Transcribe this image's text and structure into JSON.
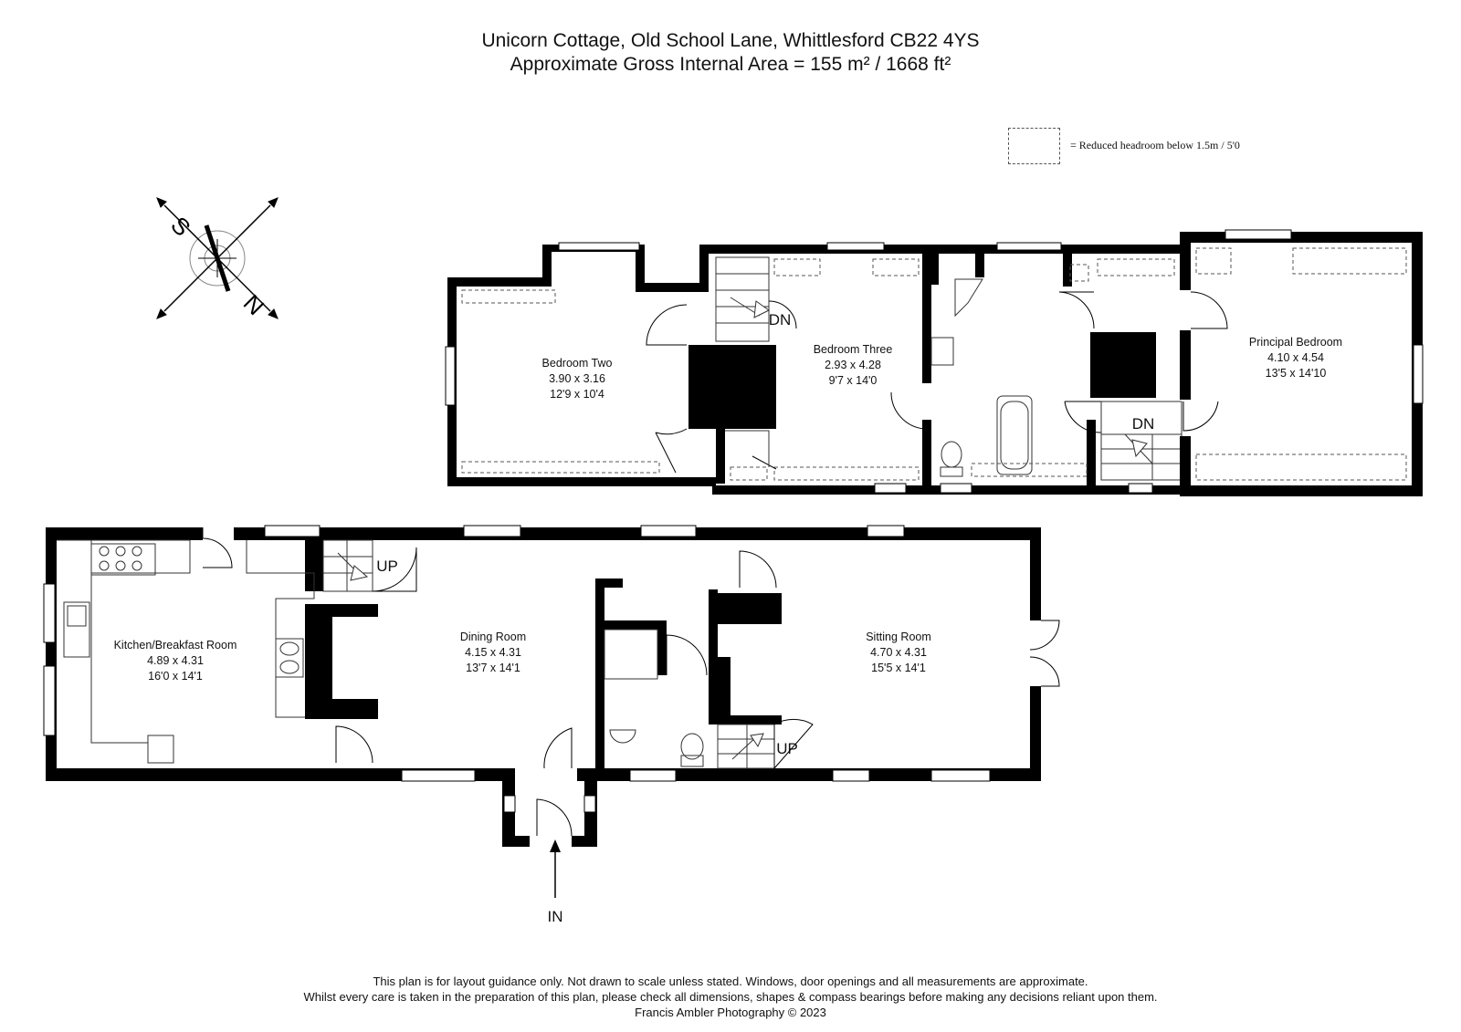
{
  "header": {
    "line1": "Unicorn Cottage, Old School Lane, Whittlesford CB22 4YS",
    "line2": "Approximate Gross Internal Area = 155 m² / 1668 ft²"
  },
  "legend": {
    "text": "= Reduced headroom below 1.5m / 5'0"
  },
  "compass": {
    "south_label": "S",
    "north_label": "N"
  },
  "first_floor": {
    "bedroom_two": {
      "name": "Bedroom Two",
      "metric": "3.90 x 3.16",
      "imperial": "12'9 x 10'4"
    },
    "bedroom_three": {
      "name": "Bedroom Three",
      "metric": "2.93 x 4.28",
      "imperial": "9'7 x 14'0"
    },
    "principal_bedroom": {
      "name": "Principal Bedroom",
      "metric": "4.10 x 4.54",
      "imperial": "13'5 x 14'10"
    },
    "stair_dn_1": "DN",
    "stair_dn_2": "DN"
  },
  "ground_floor": {
    "kitchen": {
      "name": "Kitchen/Breakfast Room",
      "metric": "4.89 x 4.31",
      "imperial": "16'0 x 14'1"
    },
    "dining": {
      "name": "Dining Room",
      "metric": "4.15 x 4.31",
      "imperial": "13'7 x 14'1"
    },
    "sitting": {
      "name": "Sitting Room",
      "metric": "4.70 x 4.31",
      "imperial": "15'5 x 14'1"
    },
    "stair_up_1": "UP",
    "stair_up_2": "UP",
    "entrance": "IN"
  },
  "footer": {
    "line1": "This plan is for layout guidance only. Not drawn to scale unless stated. Windows, door openings and all measurements are approximate.",
    "line2": "Whilst every care is taken in the preparation of this plan, please check all dimensions, shapes & compass bearings before making any decisions reliant upon them.",
    "line3": "Francis Ambler Photography © 2023"
  },
  "colors": {
    "wall": "#000000",
    "dashed_headroom": "#555555",
    "fixture_stroke": "#333333"
  }
}
